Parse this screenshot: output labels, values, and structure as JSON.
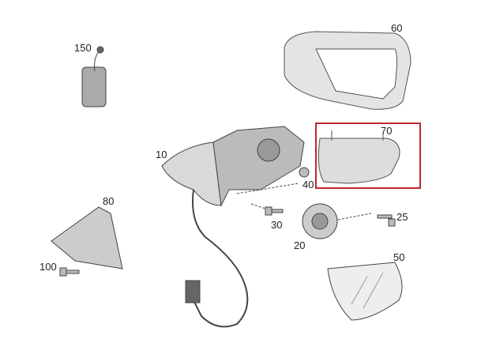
{
  "parts": [
    {
      "id": "150",
      "label": "150"
    },
    {
      "id": "60",
      "label": "60"
    },
    {
      "id": "10",
      "label": "10"
    },
    {
      "id": "70",
      "label": "70",
      "highlighted": true
    },
    {
      "id": "40",
      "label": "40"
    },
    {
      "id": "80",
      "label": "80"
    },
    {
      "id": "30",
      "label": "30"
    },
    {
      "id": "25",
      "label": "25"
    },
    {
      "id": "20",
      "label": "20"
    },
    {
      "id": "100",
      "label": "100"
    },
    {
      "id": "50",
      "label": "50"
    }
  ],
  "highlight_color": "#c0282e"
}
